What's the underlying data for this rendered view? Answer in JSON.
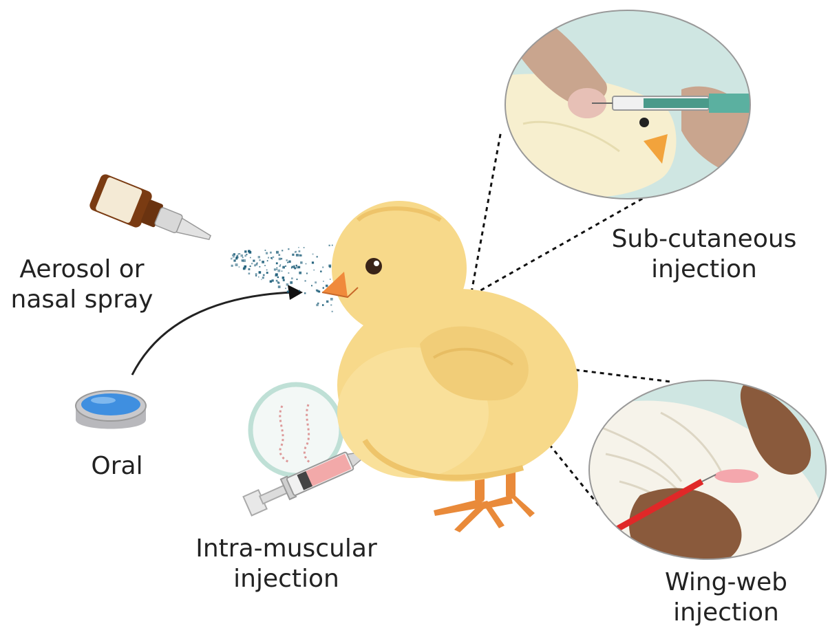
{
  "labels": {
    "aerosol": {
      "line1": "Aerosol or",
      "line2": "nasal spray"
    },
    "oral": "Oral",
    "intramuscular": {
      "line1": "Intra-muscular",
      "line2": "injection"
    },
    "subcutaneous": {
      "line1": "Sub-cutaneous",
      "line2": "injection"
    },
    "wingweb": {
      "line1": "Wing-web",
      "line2": "injection"
    }
  },
  "colors": {
    "chick_body": "#f7d98a",
    "chick_shade": "#eec46a",
    "beak": "#f08a3c",
    "feet": "#e98a3a",
    "oral_liquid": "#3f8fe0",
    "spray_dots": "#1f5f7a",
    "skin_dark": "#8a5a3c",
    "skin_light": "#c9a58e",
    "syringe_red": "#e04040",
    "circle_bg": "#cfe6e2"
  }
}
